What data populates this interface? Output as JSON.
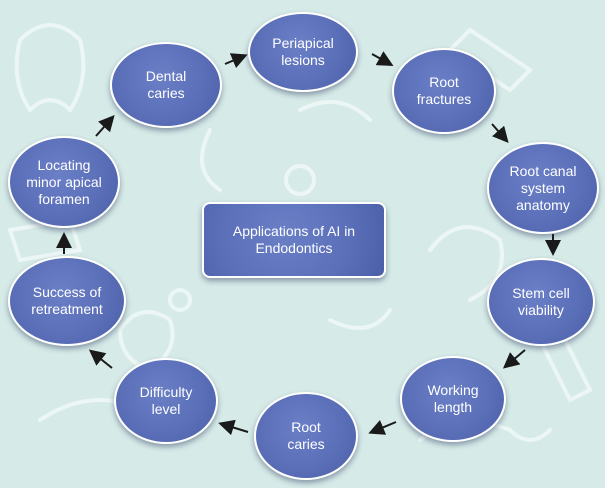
{
  "diagram": {
    "center_label": "Applications of AI in\nEndodontics",
    "nodes": [
      "Periapical\nlesions",
      "Root\nfractures",
      "Root canal\nsystem\nanatomy",
      "Stem cell\nviability",
      "Working\nlength",
      "Root\ncaries",
      "Difficulty\nlevel",
      "Success of\nretreatment",
      "Locating\nminor apical\nforamen",
      "Dental\ncaries"
    ]
  },
  "colors": {
    "background": "#d6ebe8",
    "node_fill": "#5a6fb8",
    "node_border": "#ffffff",
    "text": "#ffffff",
    "arrow": "#1a1a1a"
  }
}
